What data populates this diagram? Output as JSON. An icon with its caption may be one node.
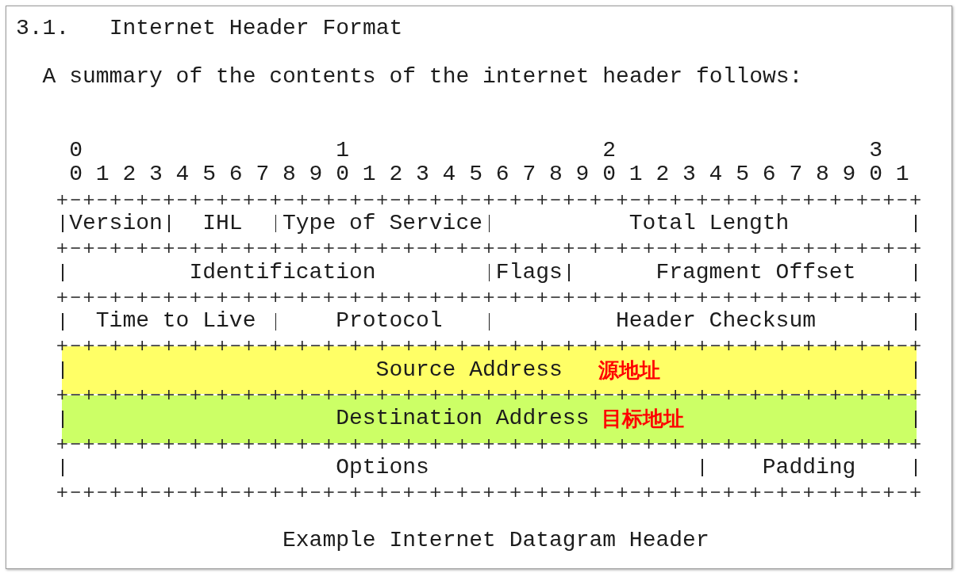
{
  "diagram": {
    "title": "3.1. Internet Header Format",
    "nodes": [
      {
        "text": [
          "Version"
        ]
      },
      {
        "text": [
          "IHL"
        ]
      },
      {
        "text": [
          "Type of Service"
        ]
      },
      {
        "text": [
          "Total Length"
        ]
      },
      {
        "text": [
          "Identification"
        ]
      },
      {
        "text": [
          "Flags"
        ]
      },
      {
        "text": [
          "Fragment Offset"
        ]
      },
      {
        "text": [
          "Time to Live"
        ]
      },
      {
        "text": [
          "Protocol"
        ]
      },
      {
        "text": [
          "Header Checksum"
        ]
      },
      {
        "text": [
          "Source Address",
          "源地址"
        ]
      },
      {
        "text": [
          "Destination Address",
          "目标地址"
        ]
      },
      {
        "text": [
          "Options"
        ]
      },
      {
        "text": [
          "Padding"
        ]
      }
    ],
    "labels": [
      "A summary of the contents of the internet header follows:",
      "0",
      "1",
      "2",
      "3",
      "0",
      "1",
      "2",
      "3",
      "4",
      "5",
      "6",
      "7",
      "8",
      "9",
      "0",
      "1",
      "2",
      "3",
      "4",
      "5",
      "6",
      "7",
      "8",
      "9",
      "0",
      "1",
      "2",
      "3",
      "4",
      "5",
      "6",
      "7",
      "8",
      "9",
      "0",
      "1"
    ],
    "caption": "Example Internet Datagram Header"
  }
}
